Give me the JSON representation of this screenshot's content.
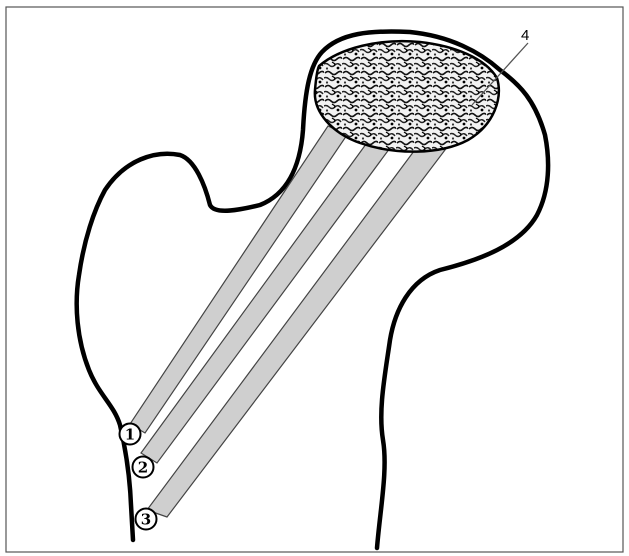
{
  "diagram": {
    "markers": [
      {
        "label": "1"
      },
      {
        "label": "2"
      },
      {
        "label": "3"
      }
    ],
    "callout": {
      "label": "4"
    },
    "colors": {
      "outline": "#000000",
      "band_fill": "#cfcfcf",
      "band_stroke": "#444444",
      "frame": "#555555",
      "background": "#ffffff"
    }
  }
}
